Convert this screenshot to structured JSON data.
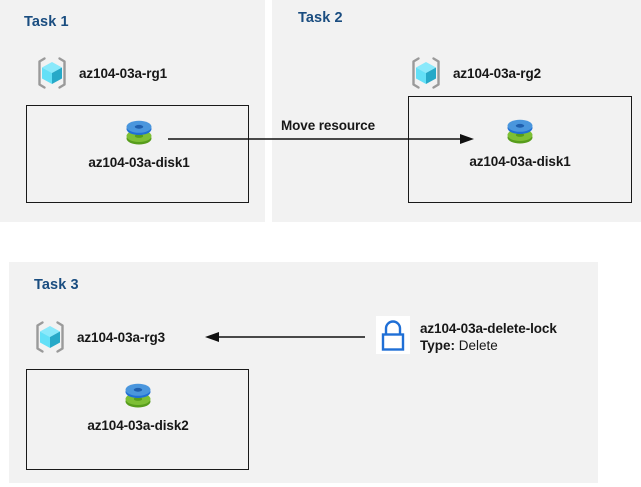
{
  "diagram": {
    "title": "Azure resource group tasks diagram",
    "background": "#ffffff",
    "panel_background": "#f2f2f2",
    "panel_title_color": "#1a4d80",
    "text_color": "#171717",
    "border_color": "#1a1a1a"
  },
  "panels": [
    {
      "id": "task1",
      "title": "Task 1",
      "resource_group": {
        "icon": "resource-group-cube-icon",
        "label": "az104-03a-rg1"
      },
      "resource": {
        "icon": "disk-icon",
        "label": "az104-03a-disk1"
      }
    },
    {
      "id": "task2",
      "title": "Task 2",
      "resource_group": {
        "icon": "resource-group-cube-icon",
        "label": "az104-03a-rg2"
      },
      "resource": {
        "icon": "disk-icon",
        "label": "az104-03a-disk1"
      }
    },
    {
      "id": "task3",
      "title": "Task 3",
      "resource_group": {
        "icon": "resource-group-cube-icon",
        "label": "az104-03a-rg3"
      },
      "resource": {
        "icon": "disk-icon",
        "label": "az104-03a-disk2"
      }
    }
  ],
  "connectors": [
    {
      "id": "move-resource",
      "caption": "Move resource",
      "direction": "right",
      "from": "az104-03a-disk1 in az104-03a-rg1",
      "to": "az104-03a-rg2"
    },
    {
      "id": "lock-link",
      "caption": "",
      "direction": "left",
      "from": "az104-03a-delete-lock",
      "to": "az104-03a-rg3"
    }
  ],
  "lock": {
    "icon": "lock-icon",
    "name": "az104-03a-delete-lock",
    "type_key": "Type:",
    "type_value": "Delete",
    "icon_color": "#1f6fd6"
  },
  "icon_colors": {
    "cube_light": "#8ae9fb",
    "cube_mid": "#4fd8f5",
    "cube_dark": "#27a9c8",
    "bracket": "#9a9a9a",
    "disk_blue_top": "#4a96dd",
    "disk_blue_body": "#1f6fd6",
    "disk_green_top": "#7dbf35",
    "disk_green_body": "#579d1c"
  }
}
